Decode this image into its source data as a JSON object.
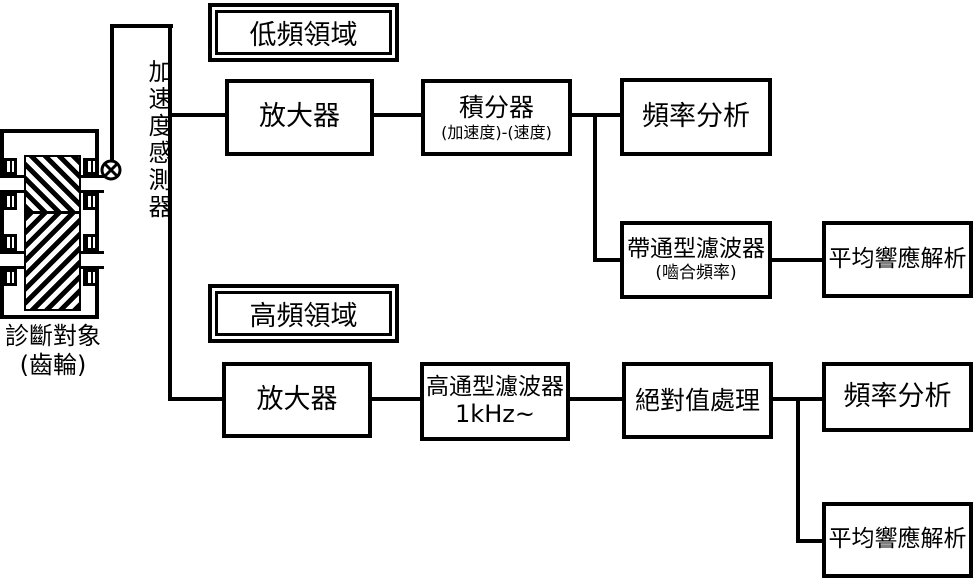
{
  "colors": {
    "ink": "#000000",
    "paper": "#ffffff"
  },
  "gear": {
    "caption_line1": "診斷對象",
    "caption_line2": "(齒輪)"
  },
  "sensor": {
    "label": "加速度感測器"
  },
  "region_labels": {
    "low": "低頻領域",
    "high": "高頻領域"
  },
  "low_path": {
    "amplifier": "放大器",
    "integrator_title": "積分器",
    "integrator_subtitle": "(加速度)-(速度)",
    "frequency_analysis": "頻率分析",
    "bandpass_title": "帶通型濾波器",
    "bandpass_subtitle": "(嚙合頻率)",
    "average_response": "平均響應解析"
  },
  "high_path": {
    "amplifier": "放大器",
    "highpass_title": "高通型濾波器",
    "highpass_subtitle": "1kHz~",
    "absolute_value": "絕對值處理",
    "frequency_analysis": "頻率分析",
    "average_response": "平均響應解析"
  }
}
